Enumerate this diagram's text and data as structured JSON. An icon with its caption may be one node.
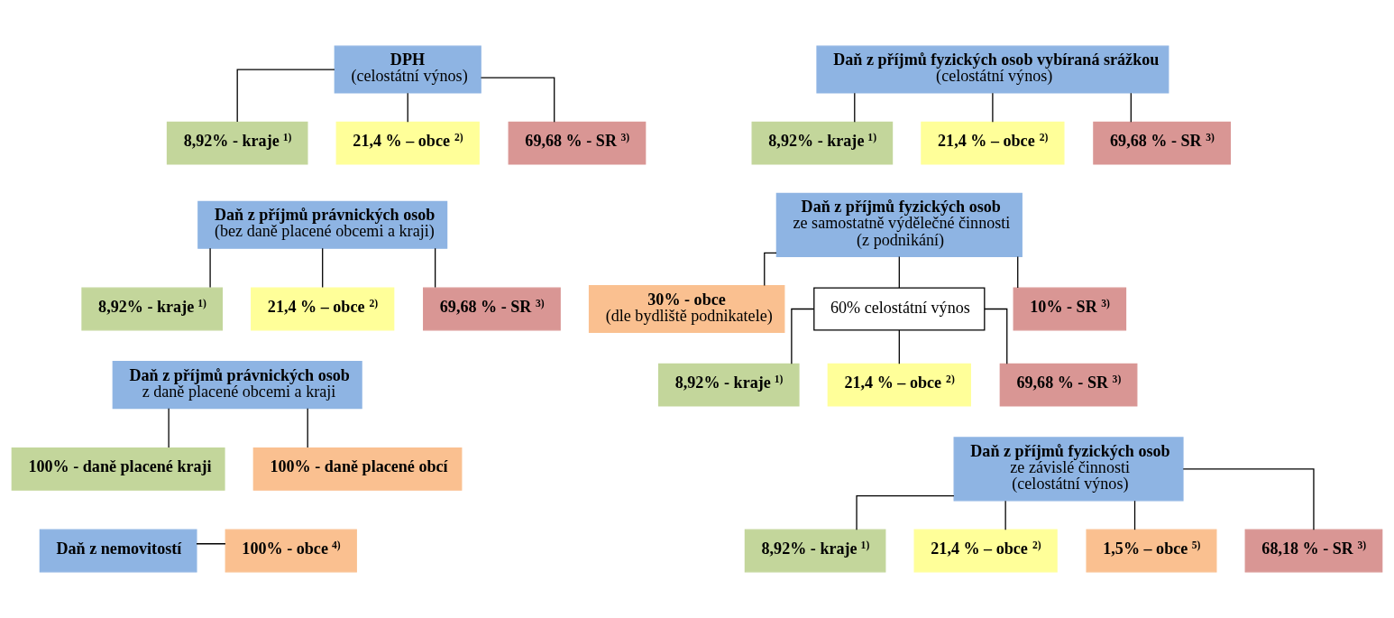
{
  "diagram": {
    "nodes": [
      {
        "text": [
          "DPH",
          "(celostátní výnos)"
        ]
      },
      {
        "text": [
          "8,92% - kraje $^{1)}$"
        ]
      },
      {
        "text": [
          "21,4 % – obce $^{2)}$"
        ]
      },
      {
        "text": [
          "69,68 % - SR $^{3)}$"
        ]
      },
      {
        "text": [
          "Daň z příjmů právnických osob",
          "(bez daně placené obcemi a kraji)"
        ]
      },
      {
        "text": [
          "8,92% - kraje $^{1)}$"
        ]
      },
      {
        "text": [
          "21,4 % – obce $^{2)}$"
        ]
      },
      {
        "text": [
          "69,68 % - SR $^{3)}$"
        ]
      },
      {
        "text": [
          "Daň z příjmů právnických osob",
          "z daně placené obcemi a kraji"
        ]
      },
      {
        "text": [
          "100% - daně placené kraji"
        ]
      },
      {
        "text": [
          "100% - daně placené obcí"
        ]
      },
      {
        "text": [
          "Daň z nemovitostí"
        ]
      },
      {
        "text": [
          "100% - obce $^{4)}$"
        ]
      },
      {
        "text": [
          "Daň z příjmů fyzických osob vybíraná srážkou",
          "(celostátní výnos)"
        ]
      },
      {
        "text": [
          "8,92% - kraje $^{1)}$"
        ]
      },
      {
        "text": [
          "21,4 % – obce $^{2)}$"
        ]
      },
      {
        "text": [
          "69,68 % - SR $^{3)}$"
        ]
      },
      {
        "text": [
          "Daň z příjmů fyzických osob",
          "ze samostatně výdělečné činnosti",
          "(z podnikání)"
        ]
      },
      {
        "text": [
          "30% - obce",
          "(dle bydliště podnikatele)"
        ]
      },
      {
        "text": [
          "60% celostátní výnos"
        ]
      },
      {
        "text": [
          "10% - SR $^{3)}$"
        ]
      },
      {
        "text": [
          "8,92% - kraje $^{1)}$"
        ]
      },
      {
        "text": [
          "21,4 % – obce $^{2)}$"
        ]
      },
      {
        "text": [
          "69,68 % - SR $^{3)}$"
        ]
      },
      {
        "text": [
          "Daň z příjmů fyzických osob",
          "ze závislé činnosti",
          "(celostátní výnos)"
        ]
      },
      {
        "text": [
          "8,92% - kraje $^{1)}$"
        ]
      },
      {
        "text": [
          "21,4 % – obce $^{2)}$"
        ]
      },
      {
        "text": [
          "1,5% – obce $^{5)}$"
        ]
      },
      {
        "text": [
          "68,18 % - SR $^{3)}$"
        ]
      }
    ],
    "edges": [
      {
        "from": 0,
        "to": 1,
        "arrow": "none"
      },
      {
        "from": 0,
        "to": 2,
        "arrow": "none"
      },
      {
        "from": 0,
        "to": 3,
        "arrow": "none"
      },
      {
        "from": 4,
        "to": 5,
        "arrow": "none"
      },
      {
        "from": 4,
        "to": 6,
        "arrow": "none"
      },
      {
        "from": 4,
        "to": 7,
        "arrow": "none"
      },
      {
        "from": 8,
        "to": 9,
        "arrow": "none"
      },
      {
        "from": 8,
        "to": 10,
        "arrow": "none"
      },
      {
        "from": 11,
        "to": 12,
        "arrow": "none"
      },
      {
        "from": 13,
        "to": 14,
        "arrow": "none"
      },
      {
        "from": 13,
        "to": 15,
        "arrow": "none"
      },
      {
        "from": 13,
        "to": 16,
        "arrow": "none"
      },
      {
        "from": 17,
        "to": 18,
        "arrow": "none"
      },
      {
        "from": 17,
        "to": 19,
        "arrow": "none"
      },
      {
        "from": 17,
        "to": 20,
        "arrow": "none"
      },
      {
        "from": 19,
        "to": 21,
        "arrow": "none"
      },
      {
        "from": 19,
        "to": 22,
        "arrow": "none"
      },
      {
        "from": 19,
        "to": 23,
        "arrow": "none"
      },
      {
        "from": 24,
        "to": 25,
        "arrow": "none"
      },
      {
        "from": 24,
        "to": 26,
        "arrow": "none"
      },
      {
        "from": 24,
        "to": 27,
        "arrow": "none"
      },
      {
        "from": 24,
        "to": 28,
        "arrow": "none"
      }
    ]
  }
}
